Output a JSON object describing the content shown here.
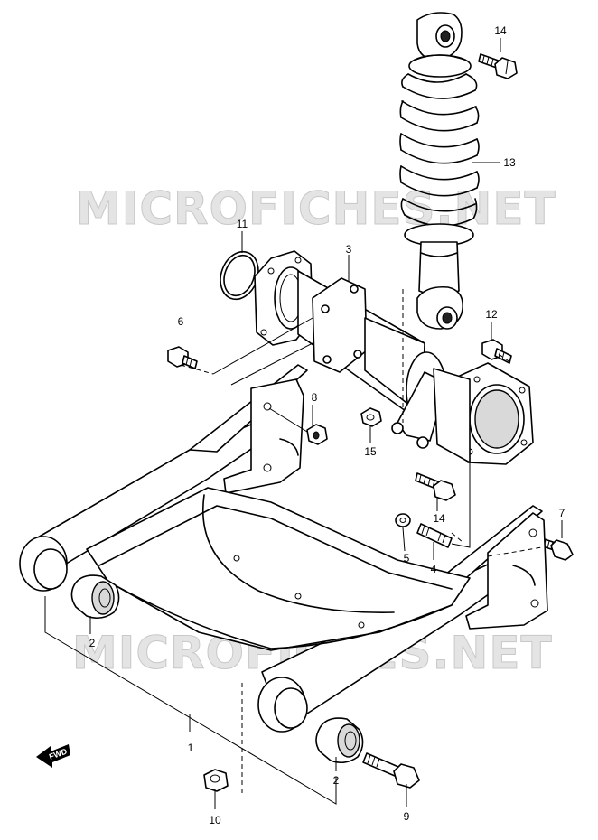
{
  "watermark": {
    "top": "MICROFICHES.NET",
    "bottom": "MICROFICHES.NET"
  },
  "direction_arrow": {
    "label": "FWD",
    "icon": "fwd-arrow-icon"
  },
  "callouts": {
    "c1": "1",
    "c2a": "2",
    "c2b": "2",
    "c3": "3",
    "c4": "4",
    "c5": "5",
    "c6": "6",
    "c7": "7",
    "c8": "8",
    "c9": "9",
    "c10": "10",
    "c11": "11",
    "c12": "12",
    "c13": "13",
    "c14a": "14",
    "c14b": "14",
    "c15": "15"
  }
}
